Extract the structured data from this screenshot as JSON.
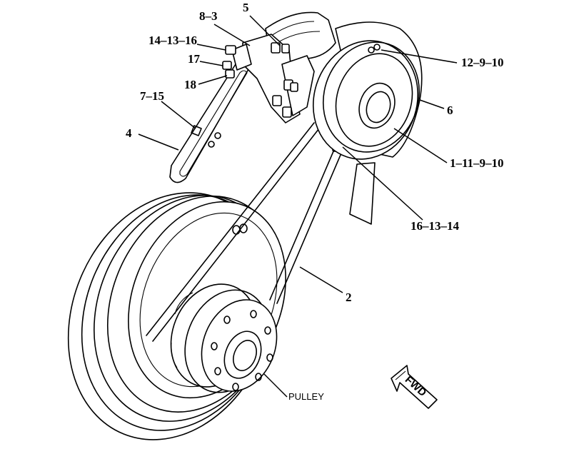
{
  "callouts": {
    "c_8_3": "8–3",
    "c_5": "5",
    "c_14_13_16": "14–13–16",
    "c_17": "17",
    "c_18": "18",
    "c_7_15": "7–15",
    "c_4": "4",
    "c_12_9_10": "12–9–10",
    "c_6": "6",
    "c_1_11_9_10": "1–11–9–10",
    "c_16_13_14": "16–13–14",
    "c_2": "2",
    "pulley": "PULLEY"
  },
  "direction_arrow": {
    "label": "FWD"
  }
}
